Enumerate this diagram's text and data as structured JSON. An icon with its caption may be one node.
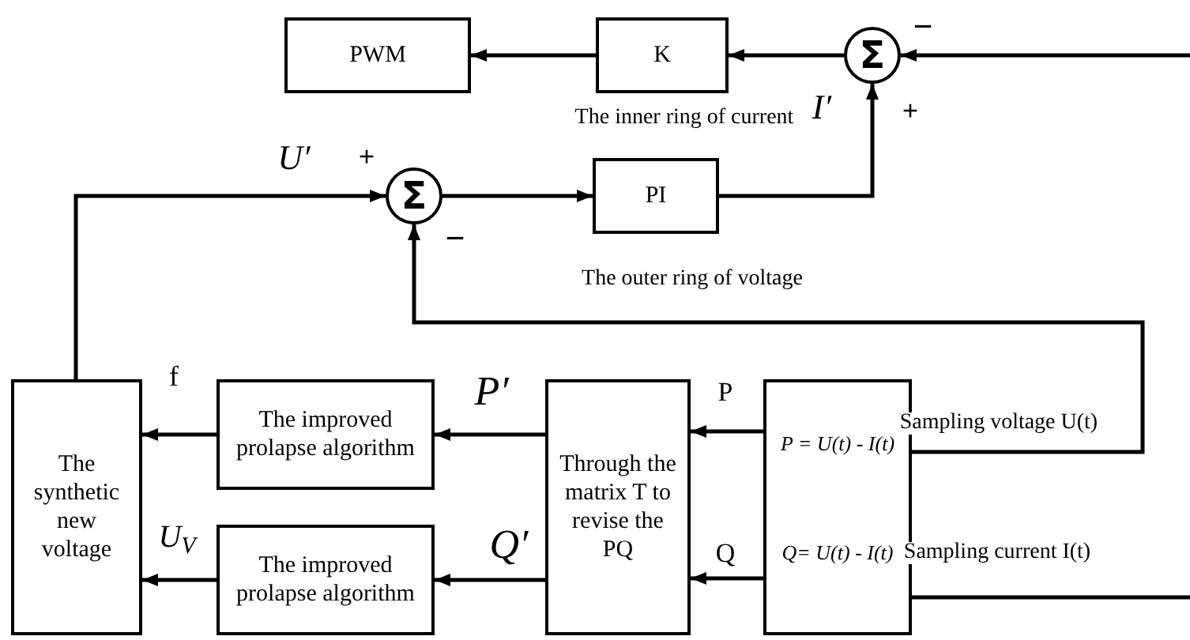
{
  "diagram": {
    "nodes": [
      {
        "text": [
          "PWM"
        ]
      },
      {
        "text": [
          "K"
        ]
      },
      {
        "text": [
          "Σ"
        ]
      },
      {
        "text": [
          "Σ"
        ]
      },
      {
        "text": [
          "PI"
        ]
      },
      {
        "text": [
          "The synthetic new voltage"
        ]
      },
      {
        "text": [
          "The improved prolapse algorithm"
        ]
      },
      {
        "text": [
          "The improved prolapse algorithm"
        ]
      },
      {
        "text": [
          "Through the matrix T to revise the PQ"
        ]
      },
      {
        "text": [
          "P = U(t) - I(t)",
          "Q= U(t) - I(t)"
        ]
      }
    ],
    "edges": [
      {
        "from": 1,
        "to": 0,
        "arrow": "to"
      },
      {
        "from": 2,
        "to": 1,
        "arrow": "to"
      },
      {
        "from": null,
        "to": 2,
        "arrow": "to"
      },
      {
        "from": 4,
        "to": 2,
        "arrow": "to",
        "label": "I′"
      },
      {
        "from": 3,
        "to": 4,
        "arrow": "to"
      },
      {
        "from": 5,
        "to": 3,
        "arrow": "to",
        "label": "U′"
      },
      {
        "from": 9,
        "to": 3,
        "arrow": "to",
        "label": "Sampling voltage U(t)"
      },
      {
        "from": 6,
        "to": 5,
        "arrow": "to",
        "label": "f"
      },
      {
        "from": 7,
        "to": 5,
        "arrow": "to",
        "label": "U$_{V}$"
      },
      {
        "from": 8,
        "to": 6,
        "arrow": "to",
        "label": "P′"
      },
      {
        "from": 8,
        "to": 7,
        "arrow": "to",
        "label": "Q′"
      },
      {
        "from": 9,
        "to": 8,
        "arrow": "to",
        "label": "P"
      },
      {
        "from": 9,
        "to": 8,
        "arrow": "to",
        "label": "Q"
      },
      {
        "from": 9,
        "to": null,
        "arrow": "none",
        "label": "Sampling current I(t)"
      }
    ],
    "labels": [
      "−",
      "+",
      "The inner ring of current",
      "+",
      "−",
      "The outer ring of voltage"
    ]
  }
}
